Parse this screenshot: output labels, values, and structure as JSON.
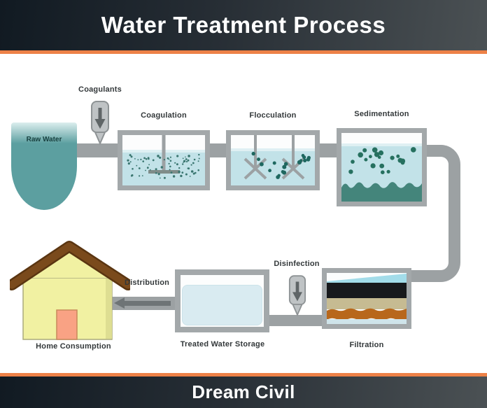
{
  "header": {
    "title": "Water Treatment Process"
  },
  "footer": {
    "brand": "Dream Civil"
  },
  "colors": {
    "accent_orange": "#ED8147",
    "banner_dark_left": "#111A22",
    "banner_dark_right": "#4B5154",
    "pipe_gray": "#9CA1A3",
    "tank_border_gray": "#A3A8AA",
    "water_blue": "#C2E2E8",
    "storage_water_blue": "#D9EBF1",
    "raw_water_teal": "#5C9FA0",
    "floc_dot_teal": "#1E675F",
    "sediment_teal": "#44857B",
    "house_yellow": "#F1F1A2",
    "roof_brown": "#7A4A1C",
    "door_salmon": "#F9A284",
    "carbon_black": "#17191C",
    "sand_tan": "#C6BB92",
    "gravel_orange": "#B8671B"
  },
  "diagram": {
    "stages": {
      "coagulants": {
        "label": "Coagulants"
      },
      "raw_water": {
        "label": "Raw Water"
      },
      "coagulation": {
        "label": "Coagulation"
      },
      "flocculation": {
        "label": "Flocculation"
      },
      "sedimentation": {
        "label": "Sedimentation"
      },
      "filtration": {
        "label": "Filtration"
      },
      "disinfection": {
        "label": "Disinfection"
      },
      "treated_water_storage": {
        "label": "Treated Water Storage"
      },
      "distribution": {
        "label": "Distribution"
      },
      "home_consumption": {
        "label": "Home Consumption"
      }
    }
  }
}
